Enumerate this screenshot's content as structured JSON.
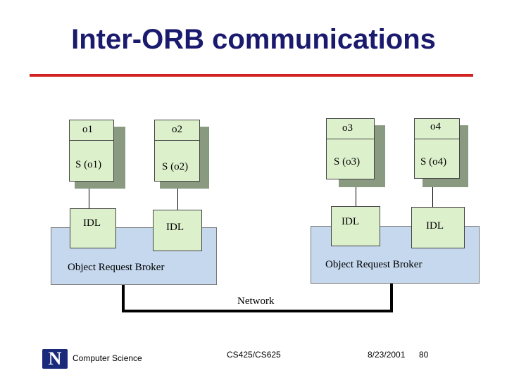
{
  "slide": {
    "title": "Inter-ORB communications",
    "accent_color": "#d42020",
    "title_color": "#1a1a6e"
  },
  "diagram": {
    "objects": [
      {
        "name": "o1",
        "skeleton": "S (o1)"
      },
      {
        "name": "o2",
        "skeleton": "S (o2)"
      },
      {
        "name": "o3",
        "skeleton": "S (o3)"
      },
      {
        "name": "o4",
        "skeleton": "S (o4)"
      }
    ],
    "idl_label": "IDL",
    "orb_left_label": "Object Request Broker",
    "orb_right_label": "Object Request Broker",
    "network_label": "Network"
  },
  "footer": {
    "logo_letter": "N",
    "department": "Computer Science",
    "course": "CS425/CS625",
    "date": "8/23/2001",
    "page": "80"
  }
}
